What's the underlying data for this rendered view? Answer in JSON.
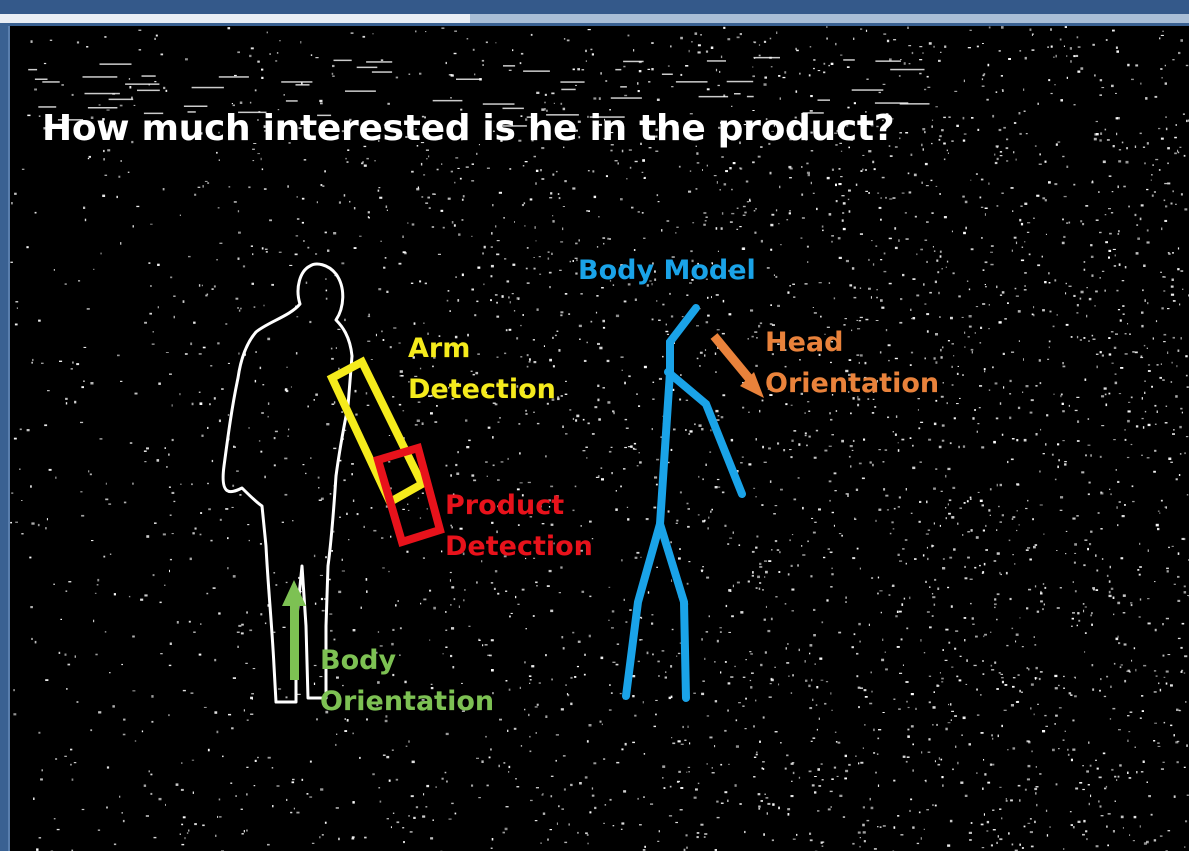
{
  "slide": {
    "question": "How much interested is he in the product?"
  },
  "annotations": {
    "body_model": {
      "text": "Body Model",
      "color": "#1aa3e8"
    },
    "arm_detection": {
      "line1": "Arm",
      "line2": "Detection",
      "color": "#f5eb1c"
    },
    "head_orientation": {
      "line1": "Head",
      "line2": "Orientation",
      "color": "#e9823b"
    },
    "product_detection": {
      "line1": "Product",
      "line2": "Detection",
      "color": "#e8121b"
    },
    "body_orientation": {
      "line1": "Body",
      "line2": "Orientation",
      "color": "#7dc153"
    }
  },
  "icons": {
    "head_arrow": "arrow-down-right-icon",
    "body_arrow": "arrow-up-icon"
  }
}
